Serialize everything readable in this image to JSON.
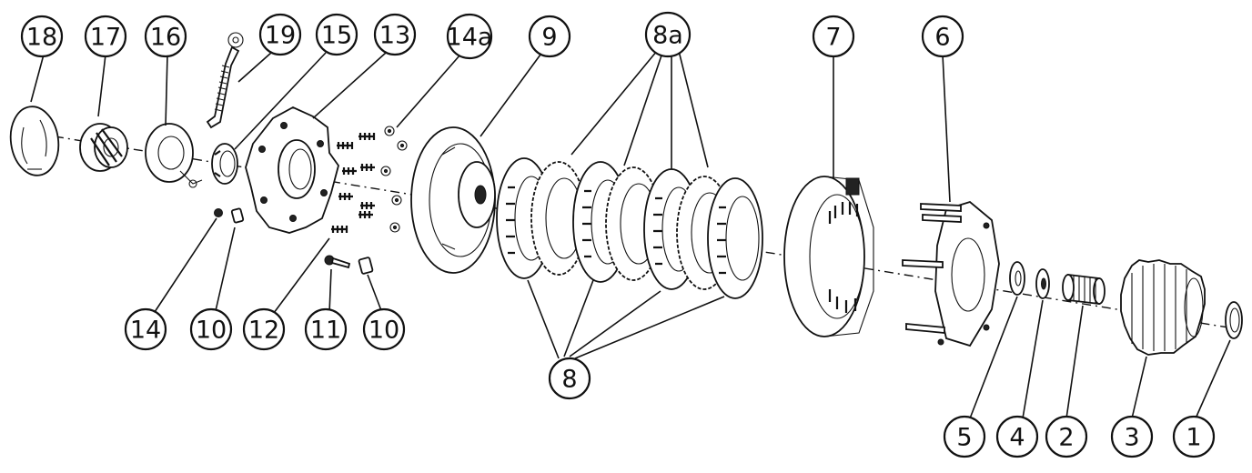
{
  "callouts": [
    {
      "id": "18",
      "label": "18"
    },
    {
      "id": "17",
      "label": "17"
    },
    {
      "id": "16",
      "label": "16"
    },
    {
      "id": "19",
      "label": "19"
    },
    {
      "id": "15",
      "label": "15"
    },
    {
      "id": "13",
      "label": "13"
    },
    {
      "id": "14a",
      "label": "14a"
    },
    {
      "id": "9",
      "label": "9"
    },
    {
      "id": "8a",
      "label": "8a"
    },
    {
      "id": "7",
      "label": "7"
    },
    {
      "id": "6",
      "label": "6"
    },
    {
      "id": "14",
      "label": "14"
    },
    {
      "id": "10a",
      "label": "10"
    },
    {
      "id": "12",
      "label": "12"
    },
    {
      "id": "11",
      "label": "11"
    },
    {
      "id": "10b",
      "label": "10"
    },
    {
      "id": "8",
      "label": "8"
    },
    {
      "id": "5",
      "label": "5"
    },
    {
      "id": "4",
      "label": "4"
    },
    {
      "id": "2",
      "label": "2"
    },
    {
      "id": "3",
      "label": "3"
    },
    {
      "id": "1",
      "label": "1"
    }
  ]
}
